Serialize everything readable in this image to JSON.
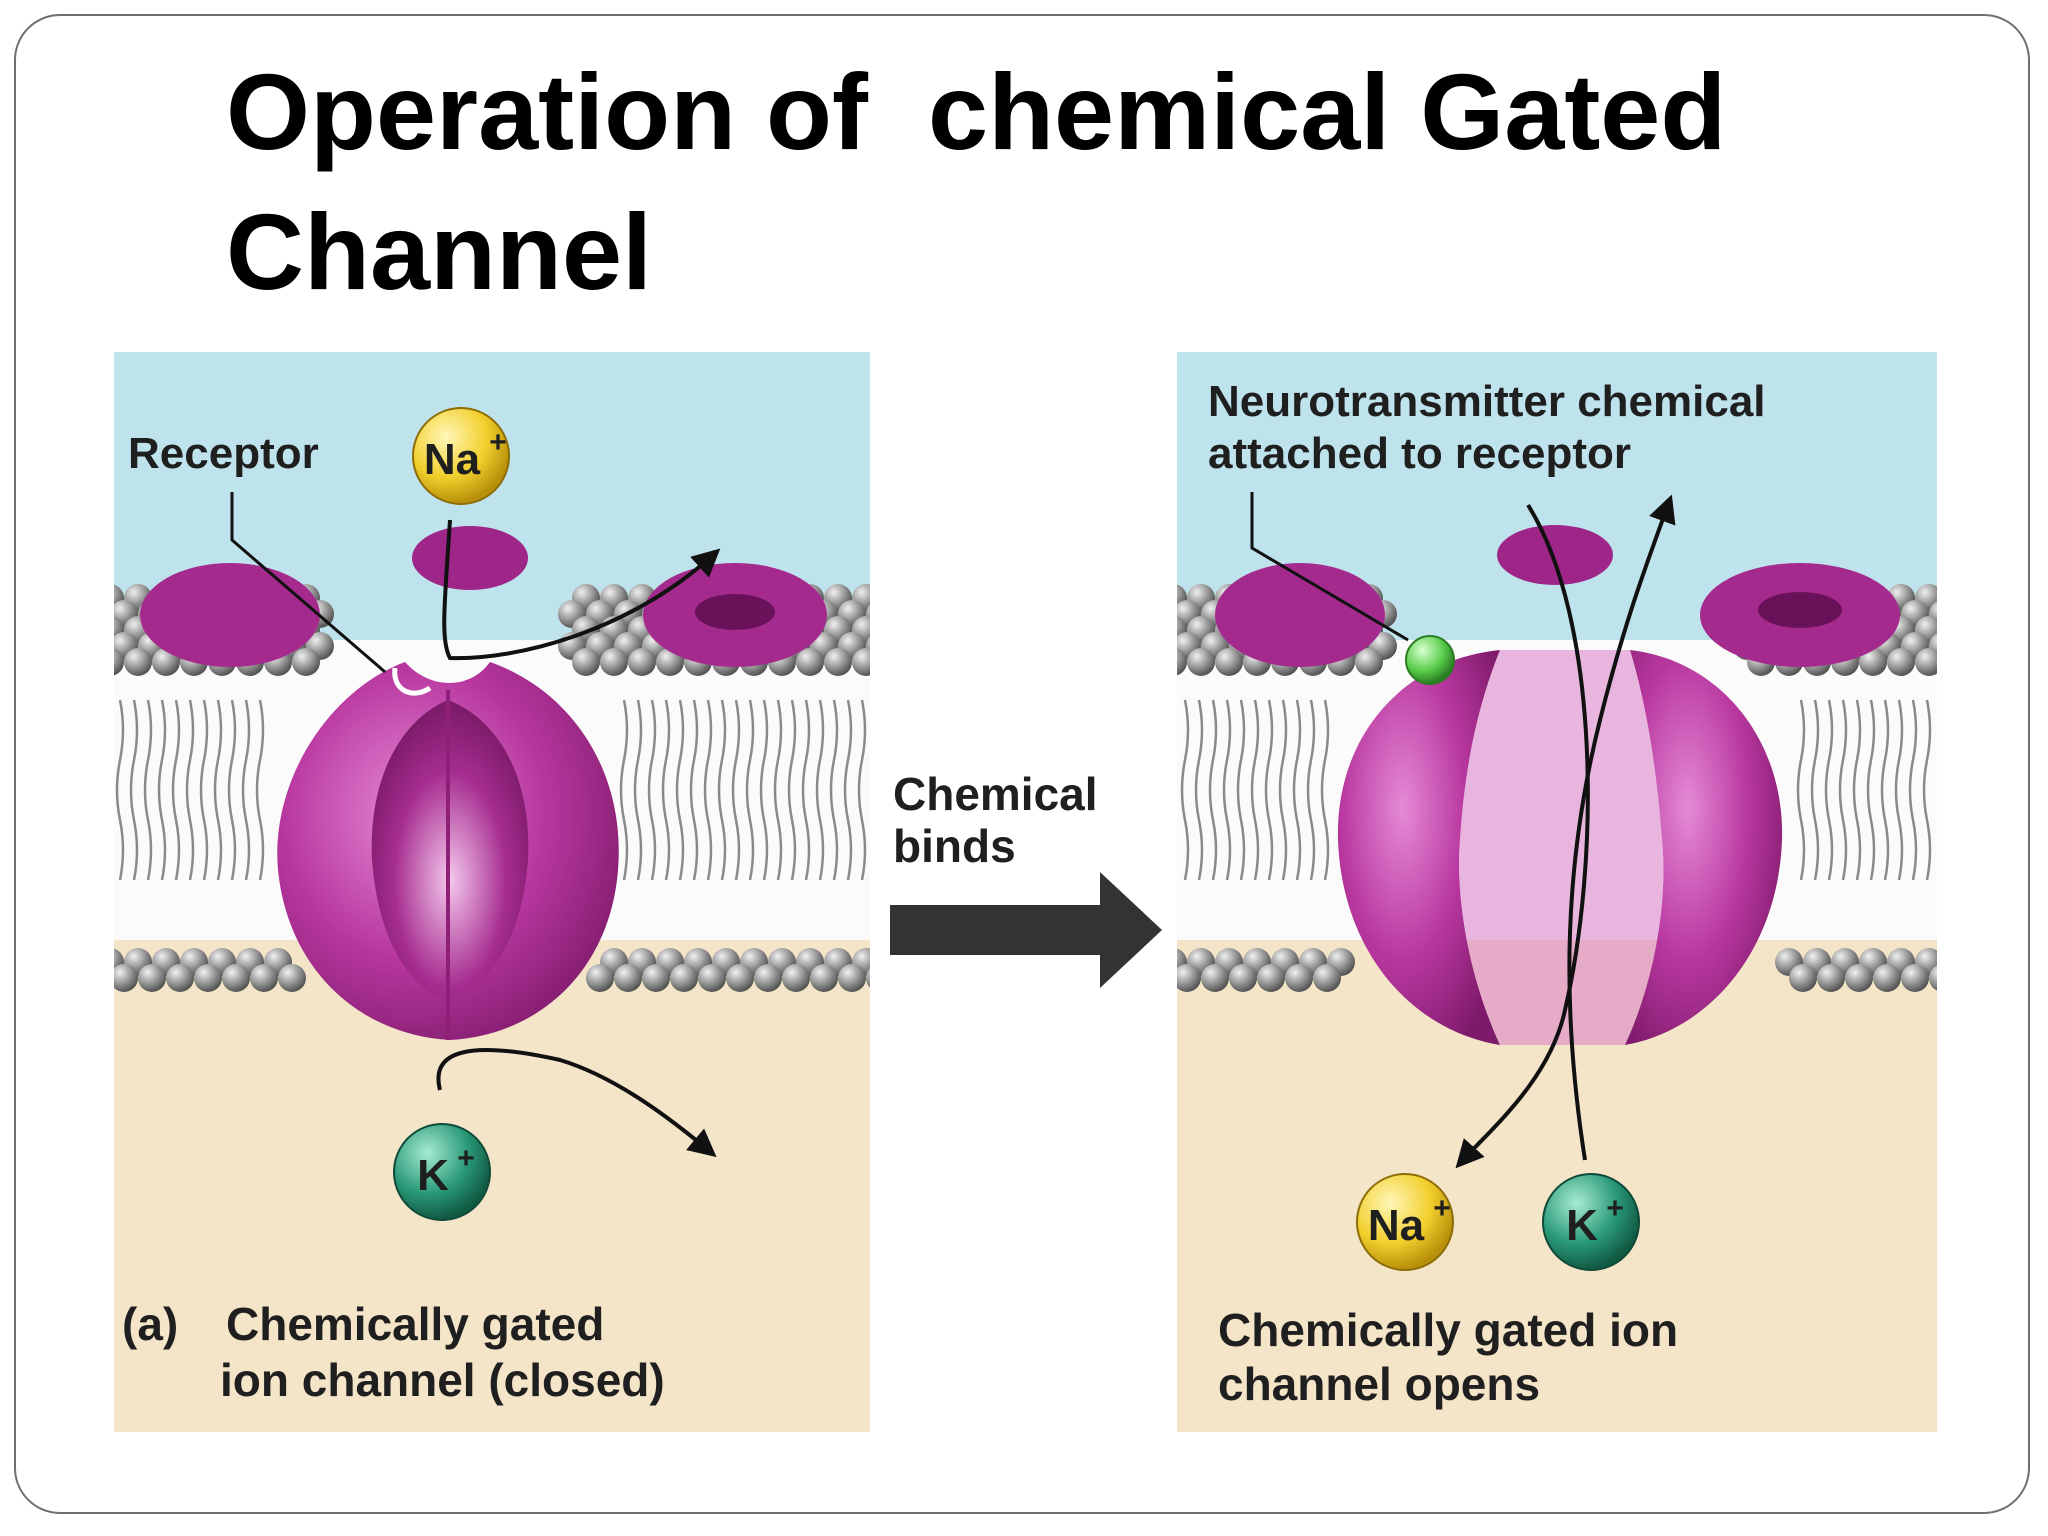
{
  "slide": {
    "title": "Operation of  chemical Gated\nChannel"
  },
  "panel_closed": {
    "receptor_label": "Receptor",
    "ion_top": "Na",
    "ion_bottom": "K",
    "ion_charge": "+",
    "caption_prefix": "(a)",
    "caption_line1": "Chemically gated",
    "caption_line2": "ion channel (closed)"
  },
  "transition": {
    "label_line1": "Chemical",
    "label_line2": "binds"
  },
  "panel_open": {
    "neurotransmitter_line1": "Neurotransmitter chemical",
    "neurotransmitter_line2": "attached to receptor",
    "ion_na": "Na",
    "ion_k": "K",
    "ion_charge": "+",
    "caption_line1": "Chemically gated ion",
    "caption_line2": "channel opens"
  },
  "colors": {
    "extracellular": "#bfe3ec",
    "cytoplasm": "#f4e4c8",
    "channel_protein": "#b8379f",
    "sodium": "#f2cf2c",
    "potassium": "#2a9a78",
    "neurotransmitter": "#5ccf4e",
    "arrow": "#333333"
  }
}
